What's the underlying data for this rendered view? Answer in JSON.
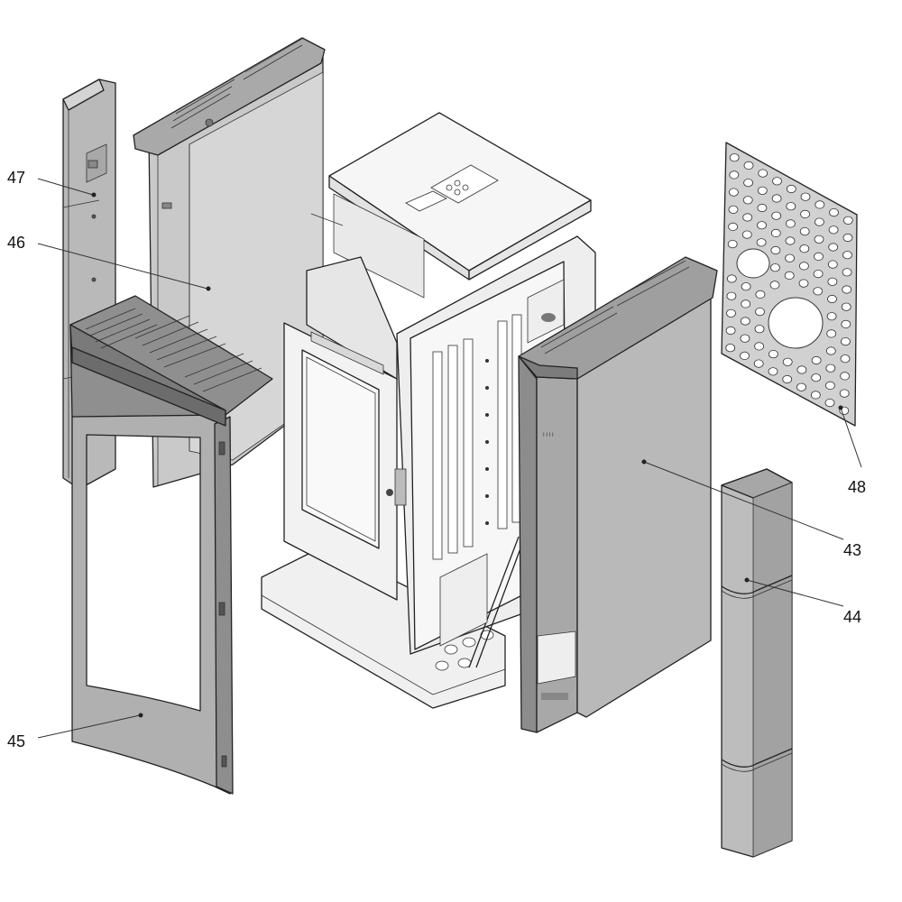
{
  "labels": {
    "p43": "43",
    "p44": "44",
    "p45": "45",
    "p46": "46",
    "p47": "47",
    "p48": "48"
  },
  "colors": {
    "panel": "#b4b4b4",
    "panel_dark": "#9a9a9a",
    "panel_light": "#d2d2d2",
    "body": "#f2f2f2",
    "line": "#222222"
  }
}
